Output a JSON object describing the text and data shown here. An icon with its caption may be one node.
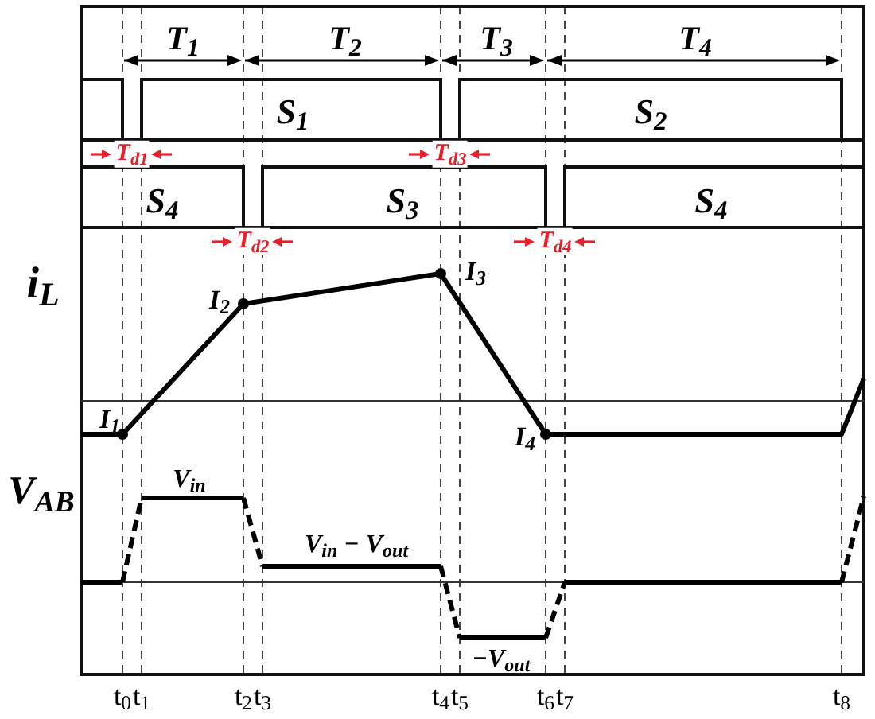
{
  "diagram": {
    "labels": [
      "T$_{1}$",
      "T$_{2}$",
      "T$_{3}$",
      "T$_{4}$",
      "S$_{1}$",
      "S$_{2}$",
      "T$_{d1}$",
      "T$_{d3}$",
      "S$_{4}$",
      "S$_{3}$",
      "S$_{4}$",
      "T$_{d2}$",
      "T$_{d4}$",
      "i$_{L}$",
      "I$_{2}$",
      "I$_{3}$",
      "I$_{1}$",
      "I$_{4}$",
      "V$_{AB}$",
      "V$_{in}$",
      "V$_{in}$ − V$_{out}$",
      "−V$_{out}$",
      "t$_{0}$",
      "t$_{1}$",
      "t$_{2}$",
      "t$_{3}$",
      "t$_{4}$",
      "t$_{5}$",
      "t$_{6}$",
      "t$_{7}$",
      "t$_{8}$"
    ]
  }
}
